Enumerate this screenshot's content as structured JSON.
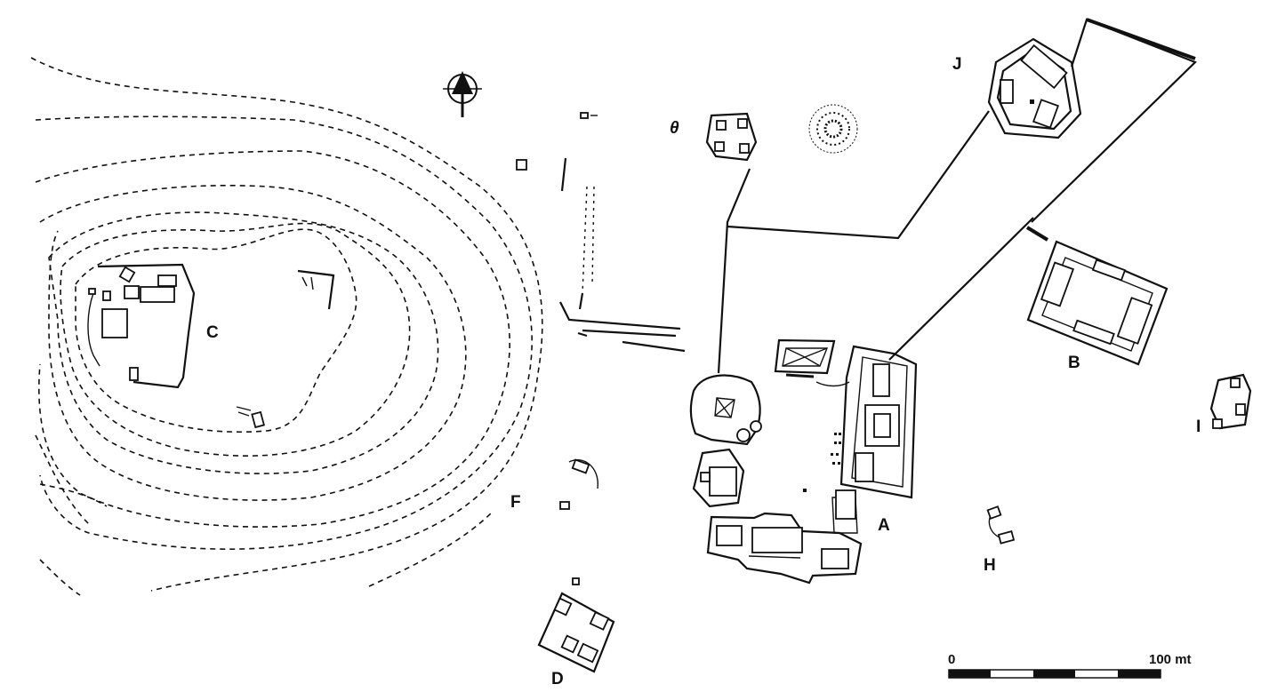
{
  "labels": {
    "A": "A",
    "B": "B",
    "C": "C",
    "D": "D",
    "F": "F",
    "H": "H",
    "I": "I",
    "J": "J",
    "theta": "θ"
  },
  "scale": {
    "start": "0",
    "end": "100 mt"
  },
  "north_arrow_icon": "north-arrow-icon",
  "colors": {
    "ink": "#111111",
    "paper": "#ffffff"
  }
}
